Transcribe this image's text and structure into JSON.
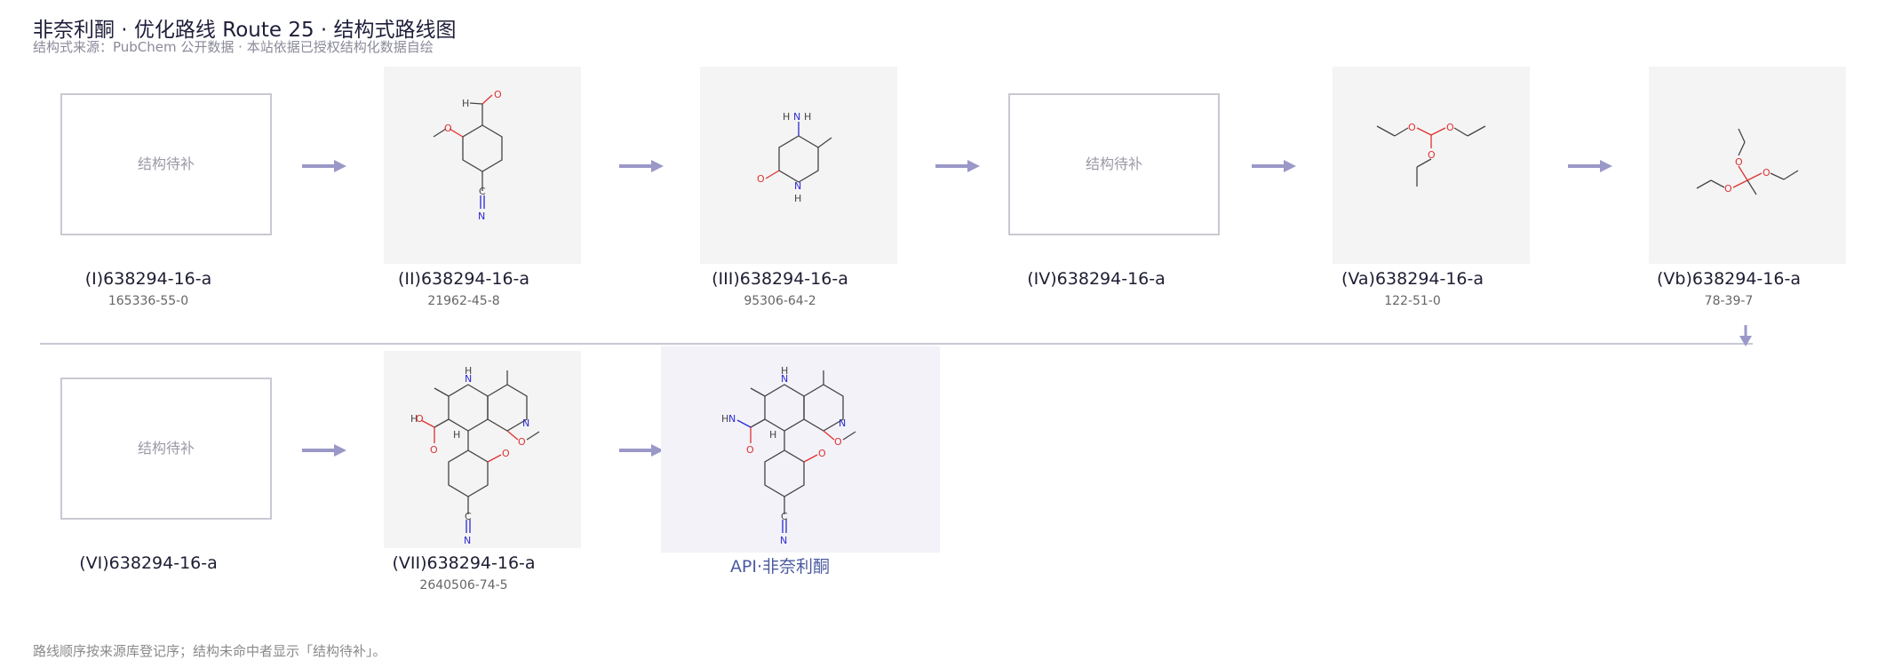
{
  "header": {
    "title": "非奈利酮 · 优化路线 Route 25 · 结构式路线图",
    "subtitle": "结构式来源：PubChem 公开数据 · 本站依据已授权结构化数据自绘"
  },
  "placeholder_text": "结构待补",
  "nodes": [
    {
      "id": "I",
      "name": "(I)638294-16-a",
      "cas": "165336-55-0",
      "has_structure": false
    },
    {
      "id": "II",
      "name": "(II)638294-16-a",
      "cas": "21962-45-8",
      "has_structure": true,
      "structure": "4-formyl-3-methoxybenzonitrile-icon"
    },
    {
      "id": "III",
      "name": "(III)638294-16-a",
      "cas": "95306-64-2",
      "has_structure": true,
      "structure": "4-amino-5-methylpyridin-2-one-icon"
    },
    {
      "id": "IV",
      "name": "(IV)638294-16-a",
      "cas": "",
      "has_structure": false
    },
    {
      "id": "Va",
      "name": "(Va)638294-16-a",
      "cas": "122-51-0",
      "has_structure": true,
      "structure": "triethyl-orthoformate-icon"
    },
    {
      "id": "Vb",
      "name": "(Vb)638294-16-a",
      "cas": "78-39-7",
      "has_structure": true,
      "structure": "triethyl-orthoacetate-icon"
    },
    {
      "id": "VI",
      "name": "(VI)638294-16-a",
      "cas": "",
      "has_structure": false
    },
    {
      "id": "VII",
      "name": "(VII)638294-16-a",
      "cas": "2640506-74-5",
      "has_structure": true,
      "structure": "finerenone-acid-icon"
    },
    {
      "id": "API",
      "name": "API·非奈利酮",
      "cas": "",
      "has_structure": true,
      "structure": "finerenone-icon"
    }
  ],
  "footer": "路线顺序按来源库登记序；结构未命中者显示「结构待补」。",
  "colors": {
    "arrow": "#9a98c8",
    "placeholder_border": "#c9c9d3",
    "mol_bg": "#f4f4f4",
    "api_bg": "#f2f2f8",
    "api_text": "#4b5aa0",
    "oxygen": "#e03030",
    "nitrogen": "#2a2ad0"
  }
}
